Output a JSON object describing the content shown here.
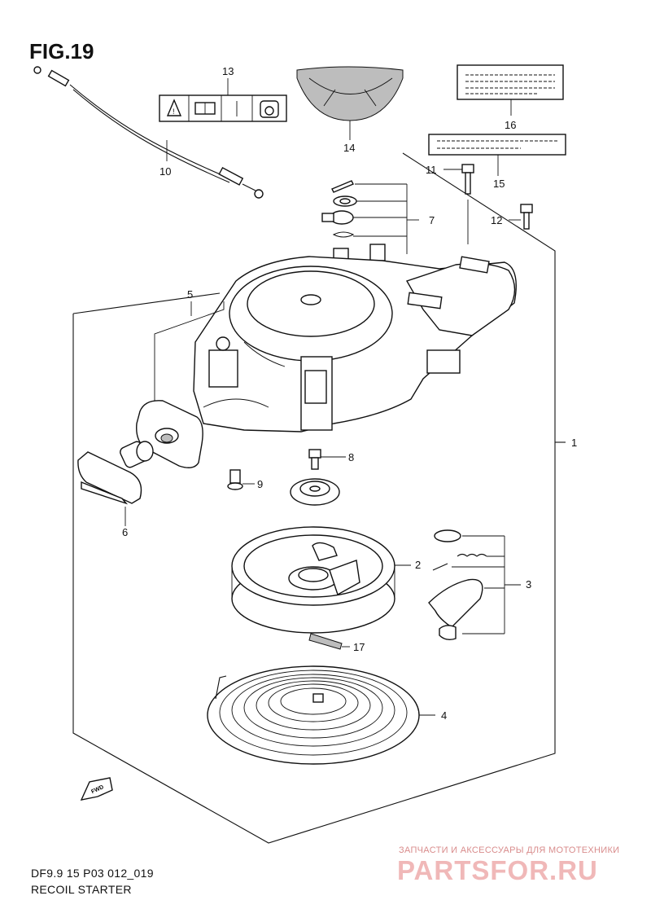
{
  "figure": {
    "title": "FIG.19",
    "model_code": "DF9.9 15 P03 012_019",
    "caption": "RECOIL STARTER",
    "fwd_label": "FWD"
  },
  "parts": [
    {
      "num": "1"
    },
    {
      "num": "2"
    },
    {
      "num": "3"
    },
    {
      "num": "4"
    },
    {
      "num": "5"
    },
    {
      "num": "6"
    },
    {
      "num": "7"
    },
    {
      "num": "8"
    },
    {
      "num": "9"
    },
    {
      "num": "10"
    },
    {
      "num": "11"
    },
    {
      "num": "12"
    },
    {
      "num": "13"
    },
    {
      "num": "14"
    },
    {
      "num": "15"
    },
    {
      "num": "16"
    },
    {
      "num": "17"
    }
  ],
  "watermark": {
    "tagline": "ЗАПЧАСТИ И АКСЕССУАРЫ ДЛЯ МОТОТЕХНИКИ",
    "brand": "PARTSFOR.RU"
  }
}
